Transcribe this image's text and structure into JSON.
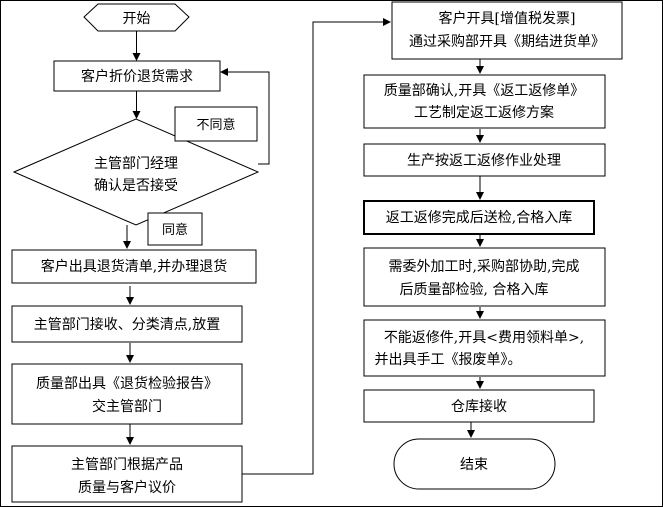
{
  "flowchart": {
    "start": "开始",
    "request": "客户折价退货需求",
    "reject_note": "不同意",
    "decision": [
      "主管部门经理",
      "确认是否接受"
    ],
    "agree_note": "同意",
    "left_steps": [
      [
        "客户出具退货清单,并办理退货"
      ],
      [
        "主管部门接收、分类清点,放置"
      ],
      [
        "质量部出具《退货检验报告》",
        "交主管部门"
      ],
      [
        "主管部门根据产品",
        "质量与客户议价"
      ]
    ],
    "right_steps": [
      [
        "客户开具[增值税发票]",
        "通过采购部开具《期结进货单》"
      ],
      [
        "质量部确认,开具《返工返修单》",
        "工艺制定返工返修方案"
      ],
      [
        "生产按返工返修作业处理"
      ],
      [
        "返工返修完成后送检,合格入库"
      ],
      [
        "需委外加工时,采购部协助,完成",
        "后质量部检验, 合格入库"
      ],
      [
        "不能返修件,开具<费用领料单>,",
        "并出具手工《报废单》。"
      ],
      [
        "仓库接收"
      ]
    ],
    "end": "结束"
  }
}
